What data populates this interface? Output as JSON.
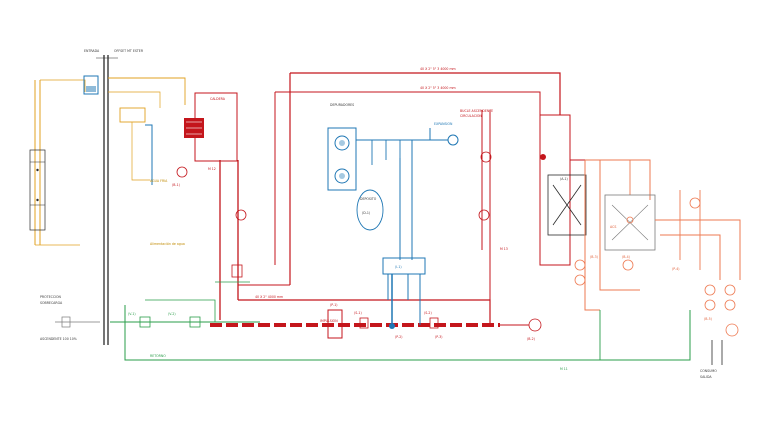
{
  "labels": {
    "entrada": "ENTRADA",
    "entrada_sub": "OFFSET MT ESTER",
    "proteccion": "PROTECCION",
    "sobrecarga": "SOBRECARGA",
    "sub_nota": "ASCENDENTE 100 10%",
    "expansion": "EXPANSION",
    "depurador": "DEPURADORES",
    "deposito": "DEPOSITO",
    "bucle": "BUCLE ASCENDENTE",
    "bucle_sub": "CIRCULACION",
    "pipe_top_1": "40 X 2\" 5\" 3 4000 mm",
    "pipe_top_2": "40 X 2\" 5\" 3 4000 mm",
    "pipe_main": "40 X 2\" 4000 mm",
    "nota_caldera": "Alimentación de agua",
    "nota_fria": "AGUA FRIA",
    "retorno": "RETORNO",
    "impulsion": "IMPULSION",
    "caldera": "CALDERA",
    "acs": "ACS",
    "tramo_a": "M 11",
    "tramo_b": "M 12",
    "tramo_c": "M 13",
    "valve_p1": "(P-1)",
    "valve_p2": "(P-2)",
    "valve_p3": "(P-3)",
    "valve_p4": "(P-4)",
    "valve_s1": "(S-1)",
    "valve_s2": "(S-2)",
    "valve_v1": "(V-1)",
    "valve_v2": "(V-2)",
    "bomba_1": "(B-1)",
    "bomba_2": "(B-2)",
    "bomba_3": "(B-3)",
    "bomba_4": "(B-4)",
    "bomba_5": "(B-5)",
    "depo": "(D-1)",
    "inter": "(I-1)",
    "acum": "(A-1)",
    "cons_1": "CONSUMO",
    "cons_2": "SALIDA"
  },
  "colors": {
    "red": "#c4161c",
    "red_light": "#e04a3a",
    "orange": "#ee7a52",
    "blue": "#1f77b4",
    "green": "#2a9d4a",
    "yellow": "#e0a020",
    "dark": "#2b2b2b",
    "grey": "#7a7a7a"
  }
}
